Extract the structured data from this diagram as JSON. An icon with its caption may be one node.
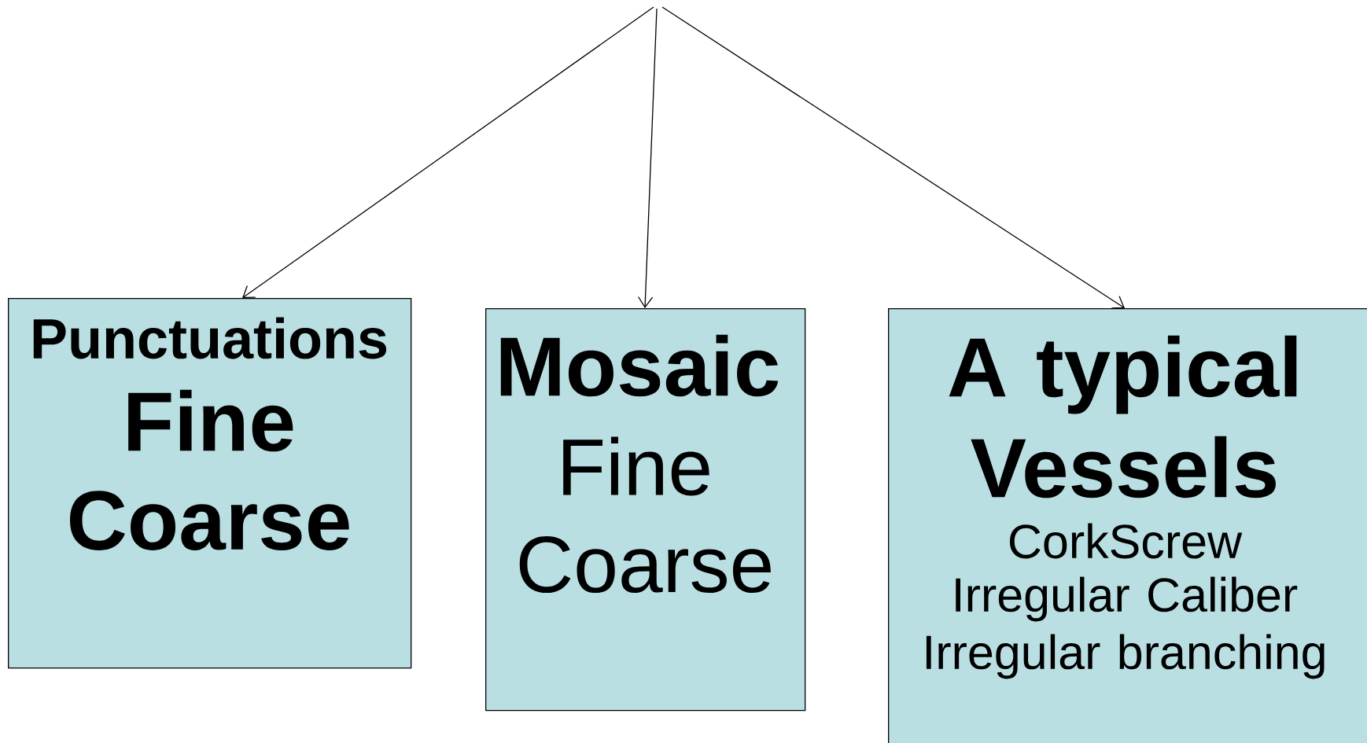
{
  "diagram": {
    "nodes": [
      {
        "text": [
          "Punctuations",
          "Fine",
          "Coarse"
        ]
      },
      {
        "text": [
          "Mosaic",
          "Fine",
          "Coarse"
        ]
      },
      {
        "text": [
          "A typical Vessels",
          "CorkScrew",
          "Irregular Caliber",
          "Irregular branching"
        ]
      }
    ],
    "edges": [
      {
        "from": null,
        "to": 0,
        "arrow": "to"
      },
      {
        "from": null,
        "to": 1,
        "arrow": "to"
      },
      {
        "from": null,
        "to": 2,
        "arrow": "to"
      }
    ]
  }
}
